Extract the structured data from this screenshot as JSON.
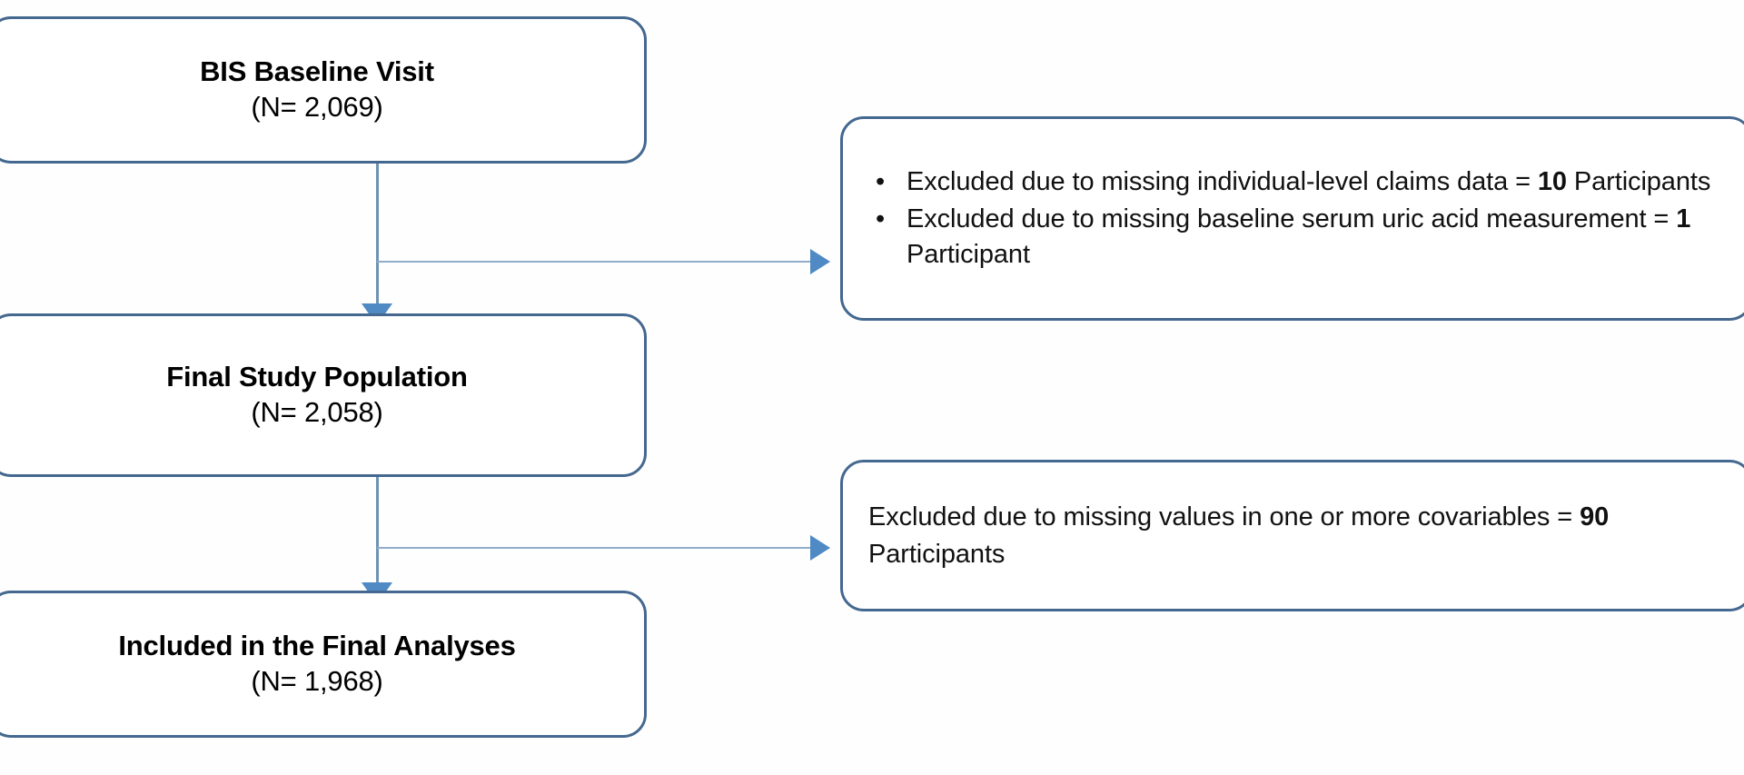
{
  "diagram": {
    "type": "study-flow-chart",
    "accent_color": "#4f8ac4",
    "box_border_color": "#44688f",
    "connector_color": "#8fadc8",
    "background_color": "#ffffff"
  },
  "boxes": {
    "baseline": {
      "title": "BIS Baseline Visit",
      "count": "(N= 2,069)",
      "n": 2069
    },
    "final_population": {
      "title": "Final Study Population",
      "count": "(N= 2,058)",
      "n": 2058
    },
    "included": {
      "title": "Included in the Final Analyses",
      "count": "(N= 1,968)",
      "n": 1968
    }
  },
  "exclusions": {
    "first": {
      "bullet_glyph": "•",
      "items": [
        {
          "prefix": "Excluded due to missing individual-level claims data = ",
          "value": "10",
          "suffix": " Participants"
        },
        {
          "prefix": "Excluded due to missing baseline serum uric acid measurement = ",
          "value": "1",
          "suffix": " Participant"
        }
      ]
    },
    "second": {
      "prefix": "Excluded due to missing values in one or more covariables = ",
      "value": "90",
      "suffix": " Participants"
    }
  }
}
